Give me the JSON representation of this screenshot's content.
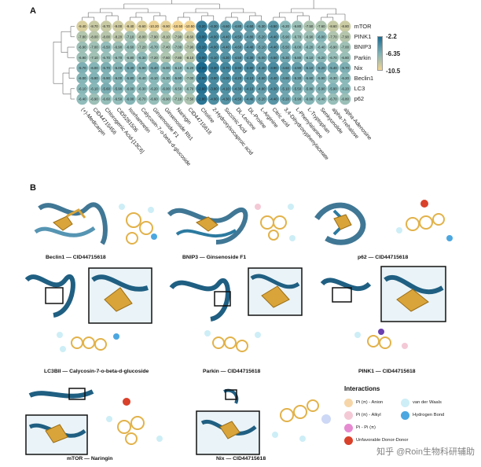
{
  "panel_a": {
    "letter": "A",
    "rows": [
      "mTOR",
      "PINK1",
      "BNIP3",
      "Parkin",
      "Nix",
      "Beclin1",
      "LC3",
      "p62"
    ],
    "columns": [
      "(+)-Medicarpin",
      "CID44715456",
      "Chlorogenic Acid-[13C6]",
      "CID5281506",
      "Isorhamnetin",
      "Calycosin-7-o-beta-d-glucoside",
      "Ginsenoside F1",
      "Ginsenoside Rb1",
      "Naringin",
      "CID44715618",
      "Choline",
      "2-Hydroxyisocaproic acid",
      "Succinic Acid",
      "DL-Leucine",
      "DL-Proline",
      "L-Arginine",
      "Citric acid",
      "3,4-Dihydroxyphenylacetate",
      "L-Phenylalanine",
      "L-Tryptophan",
      "Senkyunolide",
      "alpha-Trehalose",
      "alpha-Adenosine"
    ],
    "colorbar": {
      "max_label": "-2.2",
      "mid_label": "-6.35",
      "min_label": "-10.5",
      "max": -2.2,
      "min": -10.5,
      "color_high": "#1a6a8f",
      "color_mid": "#8fbcbb",
      "color_low": "#f3d592"
    }
  },
  "chart_data": {
    "type": "heatmap",
    "rows": [
      "mTOR",
      "PINK1",
      "BNIP3",
      "Parkin",
      "Nix",
      "Beclin1",
      "LC3",
      "p62"
    ],
    "columns": [
      "(+)-Medicarpin",
      "CID44715456",
      "Chlorogenic Acid-[13C6]",
      "CID5281506",
      "Isorhamnetin",
      "Calycosin-7-o-beta-d-glucoside",
      "Ginsenoside F1",
      "Ginsenoside Rb1",
      "Naringin",
      "CID44715618",
      "Choline",
      "2-Hydroxyisocaproic acid",
      "Succinic Acid",
      "DL-Leucine",
      "DL-Proline",
      "L-Arginine",
      "Citric acid",
      "3,4-Dihydroxyphenylacetate",
      "L-Phenylalanine",
      "L-Tryptophan",
      "Senkyunolide",
      "alpha-Trehalose",
      "alpha-Adenosine"
    ],
    "values": [
      [
        -9.4,
        -8.7,
        -8.7,
        -9.0,
        -9.4,
        -9.6,
        -10.2,
        -9.9,
        -10.5,
        -10.5,
        -3.2,
        -4.3,
        -4.6,
        -4.8,
        -4.6,
        -5.3,
        -4.5,
        -6.2,
        -6.8,
        -7.5,
        -7.6,
        -8.6,
        -8.8
      ],
      [
        -7.8,
        -8.0,
        -8.0,
        -8.2,
        -7.1,
        -8.0,
        -7.9,
        -8.1,
        -7.9,
        -8.6,
        -3.0,
        -4.0,
        -4.4,
        -4.5,
        -4.8,
        -5.2,
        -4.4,
        -5.9,
        -6.7,
        -6.9,
        -6.0,
        -7.7,
        -7.9
      ],
      [
        -6.9,
        -7.0,
        -6.5,
        -6.9,
        -6.6,
        -7.2,
        -6.7,
        -7.4,
        -7.0,
        -7.9,
        -3.1,
        -4.0,
        -4.4,
        -4.6,
        -4.4,
        -5.1,
        -4.4,
        -5.5,
        -6.0,
        -6.2,
        -6.4,
        -6.9,
        -7.0
      ],
      [
        -6.9,
        -7.1,
        -6.7,
        -6.7,
        -6.8,
        -6.3,
        -7.2,
        -7.6,
        -7.8,
        -8.1,
        -3.0,
        -4.1,
        -4.3,
        -4.5,
        -4.3,
        -5.0,
        -4.5,
        -5.3,
        -5.8,
        -6.1,
        -6.2,
        -6.7,
        -6.8
      ],
      [
        -5.7,
        -6.0,
        -5.7,
        -6.0,
        -5.4,
        -5.9,
        -5.4,
        -6.0,
        -6.1,
        -6.2,
        -2.2,
        -3.3,
        -3.7,
        -3.9,
        -3.8,
        -4.4,
        -3.9,
        -4.6,
        -4.9,
        -5.1,
        -5.2,
        -5.4,
        -5.7
      ],
      [
        -6.0,
        -5.9,
        -5.9,
        -6.0,
        -5.8,
        -6.4,
        -6.1,
        -6.3,
        -5.9,
        -7.0,
        -2.9,
        -3.9,
        -4.0,
        -4.2,
        -4.1,
        -4.6,
        -4.4,
        -4.9,
        -5.3,
        -5.6,
        -5.9,
        -6.3,
        -6.2
      ],
      [
        -6.1,
        -6.1,
        -5.6,
        -5.9,
        -6.0,
        -6.3,
        -6.2,
        -6.0,
        -6.5,
        -6.7,
        -2.6,
        -3.8,
        -4.1,
        -4.3,
        -4.1,
        -4.8,
        -4.3,
        -5.1,
        -5.5,
        -5.8,
        -5.9,
        -5.9,
        -6.2
      ],
      [
        -6.4,
        -6.9,
        -6.6,
        -6.5,
        -6.0,
        -6.7,
        -6.6,
        -6.9,
        -7.1,
        -7.5,
        -2.8,
        -4.0,
        -4.3,
        -4.5,
        -4.4,
        -5.2,
        -4.4,
        -5.2,
        -5.9,
        -6.0,
        -6.4,
        -6.7,
        -6.8
      ]
    ],
    "legend_placement": "right"
  },
  "panel_b": {
    "letter": "B",
    "captions": [
      "Beclin1 — CID44715618",
      "BNIP3 — Ginsenoside F1",
      "p62 — CID44715618",
      "LC3BII — Calycosin-7-o-beta-d-glucoside",
      "Parkin — CID44715618",
      "PINK1 — CID44715618",
      "mTOR — Naringin",
      "Nix — CID44715618"
    ],
    "legend": {
      "title": "Interactions",
      "items": [
        {
          "label": "Pi (π) - Anion",
          "color": "#f6d6a8"
        },
        {
          "label": "van der Waals",
          "color": "#cdeef6"
        },
        {
          "label": "Pi (π) - Alkyl",
          "color": "#f4c9d6"
        },
        {
          "label": "Hydrogen Bond",
          "color": "#4ca7e0"
        },
        {
          "label": "Pi - Pi (π)",
          "color": "#e68ad1"
        },
        {
          "label": "Unfavorable Donor-Donor",
          "color": "#d9412b"
        }
      ]
    }
  },
  "watermark": "知乎 @Roin生物科研辅助"
}
